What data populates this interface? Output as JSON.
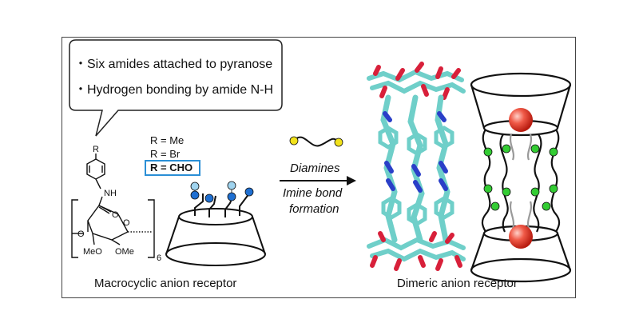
{
  "callout": {
    "bullet1": "・Six amides attached to pyranose",
    "bullet2": "・Hydrogen bonding by amide N-H"
  },
  "substituents": {
    "r_me": "R = Me",
    "r_br": "R = Br",
    "r_cho": "R = CHO"
  },
  "structure_labels": {
    "r": "R",
    "nh": "NH",
    "o_carbonyl": "O",
    "o_ring": "O",
    "o_link": "O",
    "meo": "MeO",
    "ome": "OMe",
    "subscript": "6"
  },
  "arrow": {
    "label_top": "Diamines",
    "label_bottom_line1": "Imine bond",
    "label_bottom_line2": "formation"
  },
  "captions": {
    "left": "Macrocyclic anion receptor",
    "right": "Dimeric anion receptor"
  },
  "colors": {
    "frame": "#444444",
    "highlight_box": "#2a8fd6",
    "blue_ball": "#1f6fd1",
    "light_blue_ball": "#9fd3ee",
    "yellow_ball": "#f2e21a",
    "green_ball": "#33cc33",
    "red_sphere": "#e8392c",
    "stick_cyan": "#6fcfc9",
    "stick_red": "#d8203a",
    "stick_blue": "#2a3fc8"
  }
}
